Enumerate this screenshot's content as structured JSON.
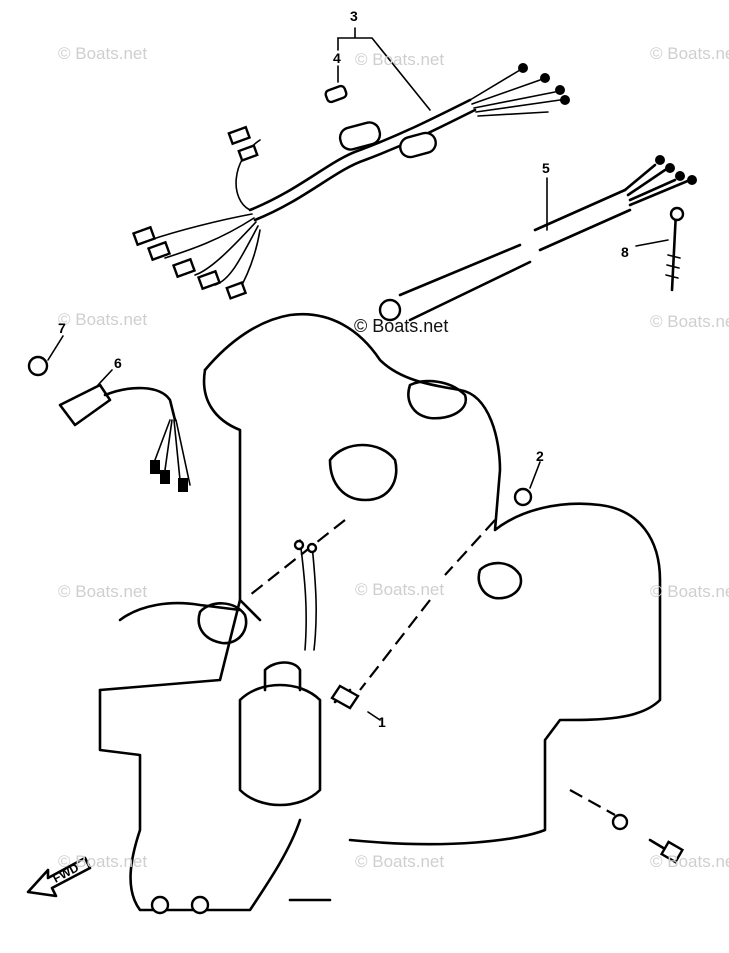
{
  "watermark": "© Boats.net",
  "callouts": [
    "3",
    "4",
    "5",
    "8",
    "7",
    "6",
    "2",
    "1"
  ],
  "direction_label": "FWD"
}
